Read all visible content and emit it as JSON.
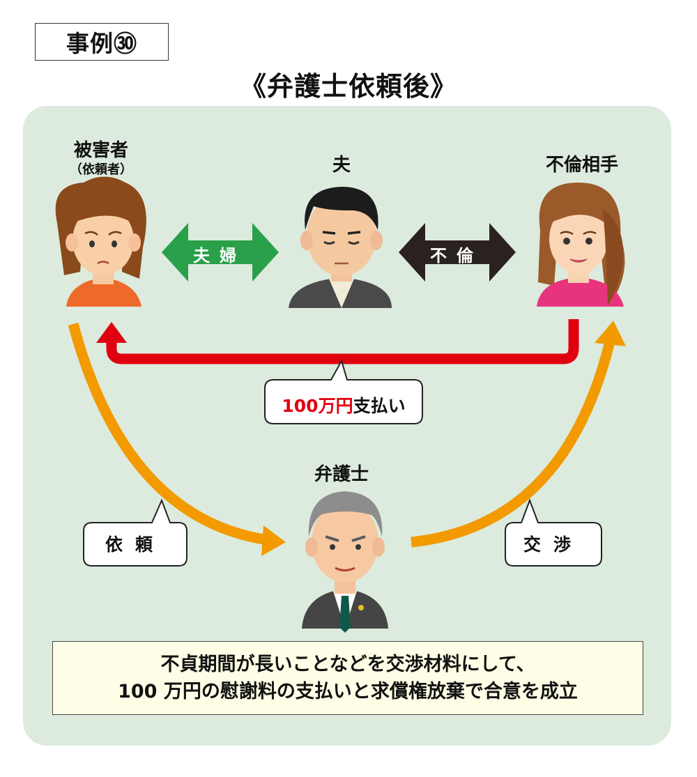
{
  "case_label": "事例㉚",
  "title": "《弁護士依頼後》",
  "people": {
    "victim": {
      "label": "被害者",
      "sublabel": "（依頼者）"
    },
    "husband": {
      "label": "夫"
    },
    "partner": {
      "label": "不倫相手"
    },
    "lawyer": {
      "label": "弁護士"
    }
  },
  "relations": {
    "couple": "夫婦",
    "affair": "不倫"
  },
  "payment": {
    "amount": "100万円",
    "action": "支払い"
  },
  "actions": {
    "request": "依頼",
    "negotiate": "交渉"
  },
  "summary": {
    "line1": "不貞期間が長いことなどを交渉材料にして、",
    "line2": "100 万円の慰謝料の支払いと求償権放棄で合意を成立"
  },
  "colors": {
    "panel": "#dcebdd",
    "couple_arrow": "#2aa04a",
    "affair_arrow": "#2a2220",
    "payment_arrow": "#e00010",
    "flow_arrow": "#f29a00",
    "summary_bg": "#fefde5"
  }
}
